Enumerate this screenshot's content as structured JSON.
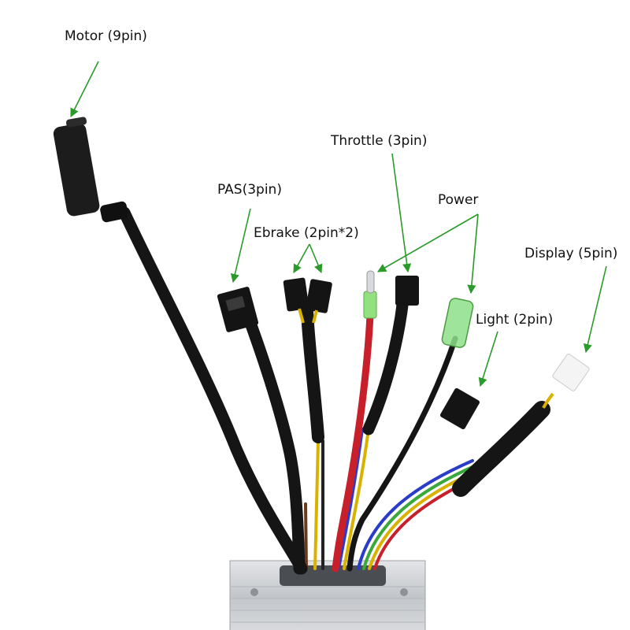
{
  "labels": {
    "motor": "Motor (9pin)",
    "pas": "PAS(3pin)",
    "ebrake": "Ebrake (2pin*2)",
    "throttle": "Throttle (3pin)",
    "power": "Power",
    "light": "Light (2pin)",
    "display": "Display (5pin)"
  },
  "colors": {
    "arrow": "#2a9a2a",
    "cable": "#151515",
    "red_wire": "#c8202a",
    "green_sleeve": "#7ee07a",
    "housing": "#c9ccd0"
  }
}
